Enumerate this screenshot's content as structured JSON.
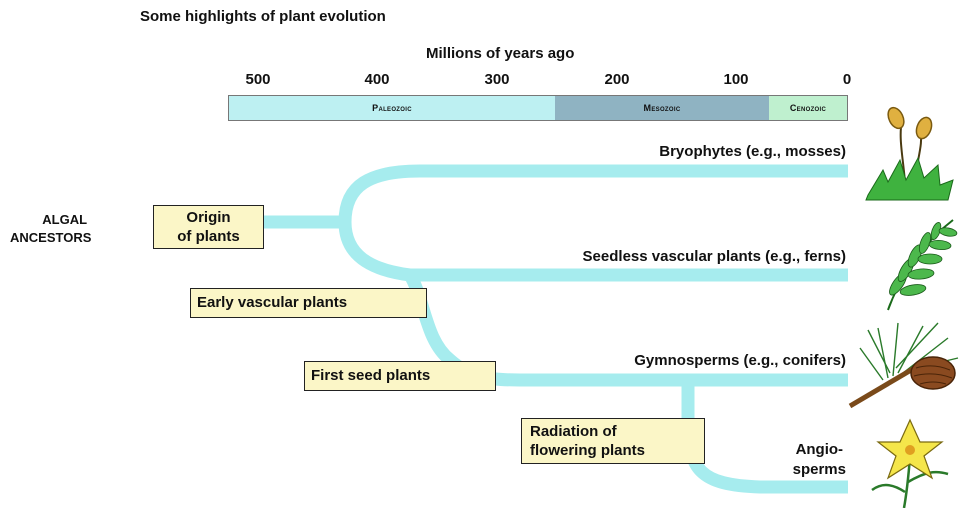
{
  "title": "Some highlights of plant evolution",
  "axis_title": "Millions of years ago",
  "ticks": [
    "500",
    "400",
    "300",
    "200",
    "100",
    "0"
  ],
  "eras": [
    {
      "label": "Paleozoic",
      "color": "#bdf0f2"
    },
    {
      "label": "Mesozoic",
      "color": "#8fb3c2"
    },
    {
      "label": "Cenozoic",
      "color": "#bff0cf"
    }
  ],
  "ancestor_label_line1": "Algal",
  "ancestor_label_line2": "Ancestors",
  "events": {
    "origin": [
      "Origin",
      "of plants"
    ],
    "early_vascular": "Early vascular plants",
    "first_seed": "First seed plants",
    "radiation": [
      "Radiation of",
      "flowering plants"
    ]
  },
  "lineages": {
    "bryophytes": "Bryophytes (e.g., mosses)",
    "seedless": "Seedless vascular plants (e.g., ferns)",
    "gymnosperms": "Gymnosperms (e.g., conifers)",
    "angiosperms": [
      "Angio-",
      "sperms"
    ]
  },
  "colors": {
    "branch": "#a6ecee",
    "box": "#fbf6c7"
  },
  "icons": [
    "moss-icon",
    "fern-icon",
    "conifer-icon",
    "flower-icon"
  ]
}
